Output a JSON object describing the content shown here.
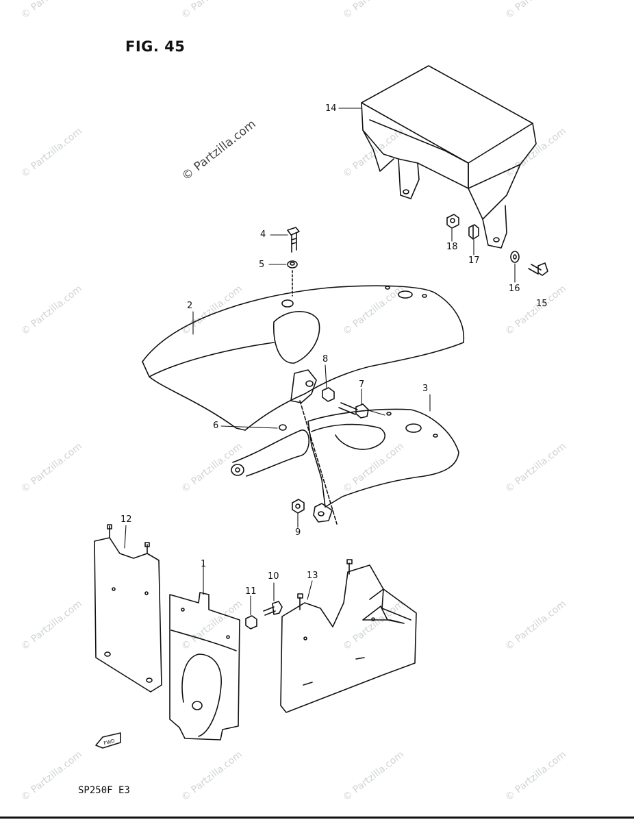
{
  "figure": {
    "title": "FIG. 45",
    "model_code": "SP250F E3",
    "watermark_text": "© Partzilla.com",
    "callouts": [
      "1",
      "2",
      "3",
      "4",
      "5",
      "6",
      "7",
      "8",
      "9",
      "10",
      "11",
      "12",
      "13",
      "14",
      "15",
      "16",
      "17",
      "18"
    ]
  },
  "colors": {
    "line": "#111111",
    "watermark": "#cfd3d6",
    "background": "#ffffff"
  }
}
